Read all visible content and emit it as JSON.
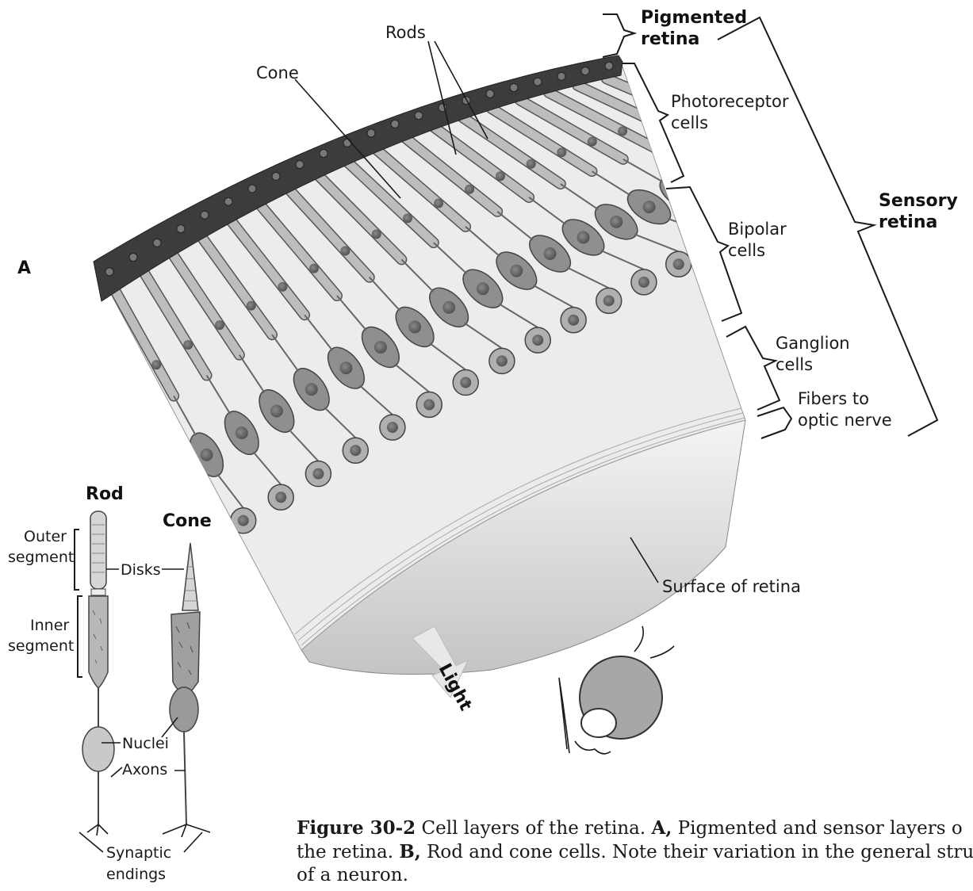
{
  "panel_a": {
    "letter": "A",
    "labels": {
      "rods": "Rods",
      "cone": "Cone",
      "pigmented_1": "Pigmented",
      "pigmented_2": "retina",
      "photoreceptor_1": "Photoreceptor",
      "photoreceptor_2": "cells",
      "sensory_1": "Sensory",
      "sensory_2": "retina",
      "bipolar_1": "Bipolar",
      "bipolar_2": "cells",
      "ganglion_1": "Ganglion",
      "ganglion_2": "cells",
      "fibers_1": "Fibers to",
      "fibers_2": "optic nerve",
      "surface": "Surface of retina",
      "light": "Light"
    }
  },
  "panel_b": {
    "rod_title": "Rod",
    "cone_title": "Cone",
    "outer_1": "Outer",
    "outer_2": "segment",
    "inner_1": "Inner",
    "inner_2": "segment",
    "disks": "Disks",
    "nuclei": "Nuclei",
    "axons": "Axons",
    "synaptic_1": "Synaptic",
    "synaptic_2": "endings"
  },
  "caption": {
    "figure_number": "Figure 30-2",
    "line1_text": " Cell layers of the retina. ",
    "a_marker": "A,",
    "line1_rest": " Pigmented and sensor layers o",
    "line2_start": "the retina. ",
    "b_marker": "B,",
    "line2_rest": " Rod and cone cells. Note their variation in the general structur",
    "line3": "of a neuron."
  },
  "colors": {
    "pigment_layer": "#3c3c3c",
    "cell_fill": "#bdbdbd",
    "nucleus": "#6a6a6a",
    "bipolar_fill": "#8f8f8f",
    "tissue_bg": "#ececec"
  }
}
